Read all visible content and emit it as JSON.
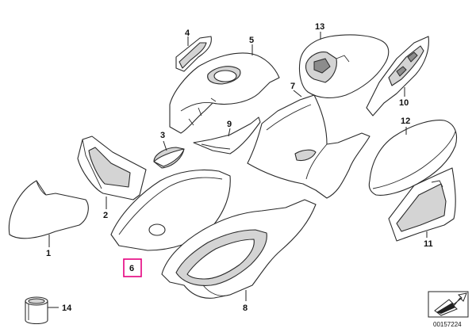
{
  "diagram": {
    "parts": [
      {
        "id": "1",
        "label": "1"
      },
      {
        "id": "2",
        "label": "2"
      },
      {
        "id": "3",
        "label": "3"
      },
      {
        "id": "4",
        "label": "4"
      },
      {
        "id": "5",
        "label": "5"
      },
      {
        "id": "6",
        "label": "6",
        "highlighted": true
      },
      {
        "id": "7",
        "label": "7"
      },
      {
        "id": "8",
        "label": "8"
      },
      {
        "id": "9",
        "label": "9"
      },
      {
        "id": "10",
        "label": "10"
      },
      {
        "id": "11",
        "label": "11"
      },
      {
        "id": "12",
        "label": "12"
      },
      {
        "id": "13",
        "label": "13"
      },
      {
        "id": "14",
        "label": "14"
      }
    ],
    "highlight_color": "#e4007f",
    "reference_number": "00157224"
  }
}
